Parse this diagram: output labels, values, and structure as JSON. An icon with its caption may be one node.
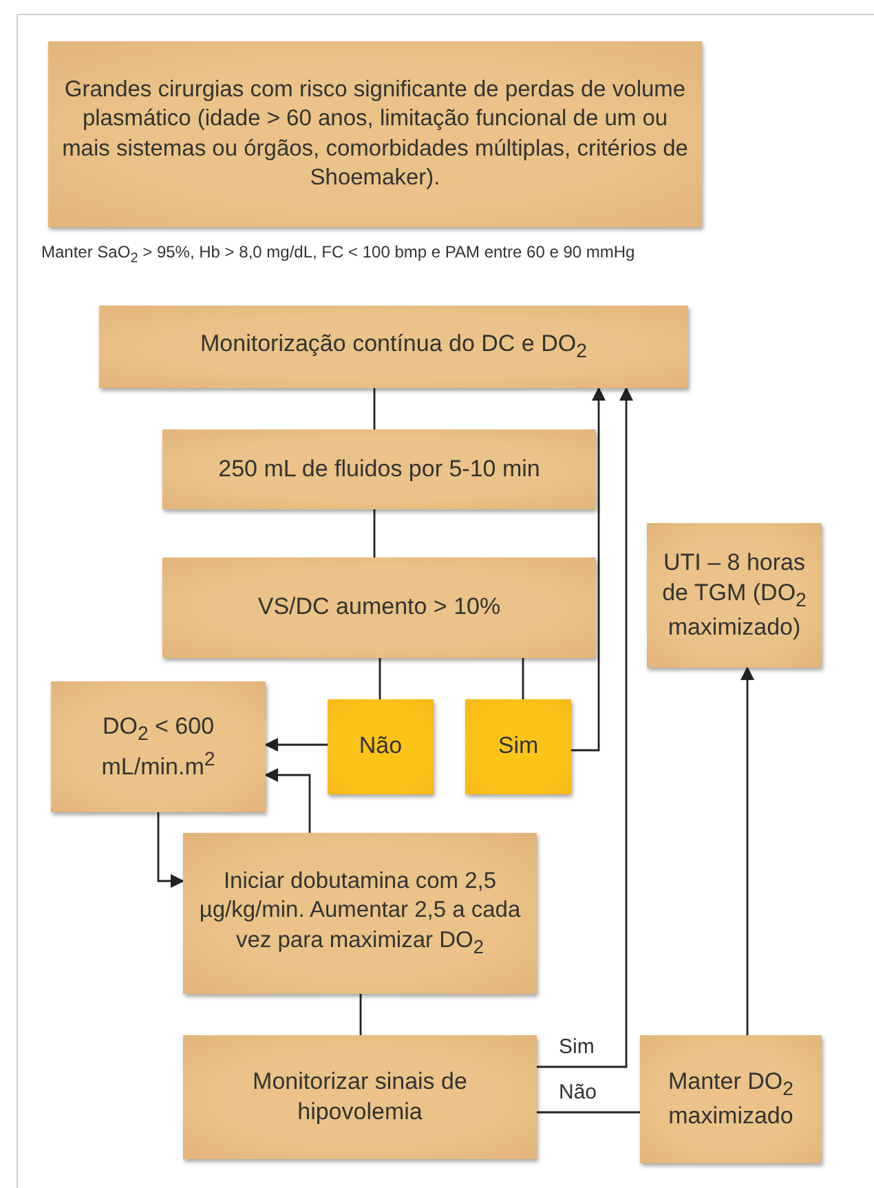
{
  "diagram": {
    "nodes": [
      {
        "text": [
          "Grandes cirurgias com risco significante de perdas de volume plasmático (idade > 60 anos, limitação funcional de um ou mais sistemas ou órgãos, comorbidades múltiplas, critérios de Shoemaker)."
        ]
      },
      {
        "text": [
          "Monitorização contínua do DC e DO$_{2}$"
        ]
      },
      {
        "text": [
          "250 mL de fluidos por 5-10 min"
        ]
      },
      {
        "text": [
          "VS/DC aumento > 10%"
        ]
      },
      {
        "text": [
          "UTI – 8 horas de TGM (DO$_{2}$ maximizado)"
        ]
      },
      {
        "text": [
          "DO$_{2}$ < 600 mL/min.m$^{2}$"
        ]
      },
      {
        "text": [
          "Não"
        ]
      },
      {
        "text": [
          "Sim"
        ]
      },
      {
        "text": [
          "Iniciar dobutamina com 2,5 µg/kg/min. Aumentar 2,5 a cada vez para maximizar DO$_{2}$"
        ]
      },
      {
        "text": [
          "Monitorizar sinais de hipovolemia"
        ]
      },
      {
        "text": [
          "Manter DO$_{2}$ maximizado"
        ]
      }
    ],
    "edges": [
      {
        "from": 1,
        "to": 2,
        "arrow": "none"
      },
      {
        "from": 2,
        "to": 3,
        "arrow": "none"
      },
      {
        "from": 3,
        "to": 6,
        "arrow": "none"
      },
      {
        "from": 3,
        "to": 7,
        "arrow": "none"
      },
      {
        "from": 6,
        "to": 5,
        "arrow": "to"
      },
      {
        "from": 7,
        "to": 1,
        "arrow": "to"
      },
      {
        "from": 5,
        "to": 8,
        "arrow": "to"
      },
      {
        "from": 8,
        "to": 5,
        "arrow": "to"
      },
      {
        "from": 8,
        "to": 9,
        "arrow": "none"
      },
      {
        "from": 9,
        "to": 1,
        "arrow": "to",
        "label": "Sim"
      },
      {
        "from": 9,
        "to": 10,
        "arrow": "none",
        "label": "Não"
      },
      {
        "from": 10,
        "to": 4,
        "arrow": "to"
      }
    ],
    "labels": [
      "Manter SaO$_{2}$ > 95%, Hb > 8,0 mg/dL, FC < 100 bmp e PAM entre 60 e 90 mmHg"
    ]
  }
}
